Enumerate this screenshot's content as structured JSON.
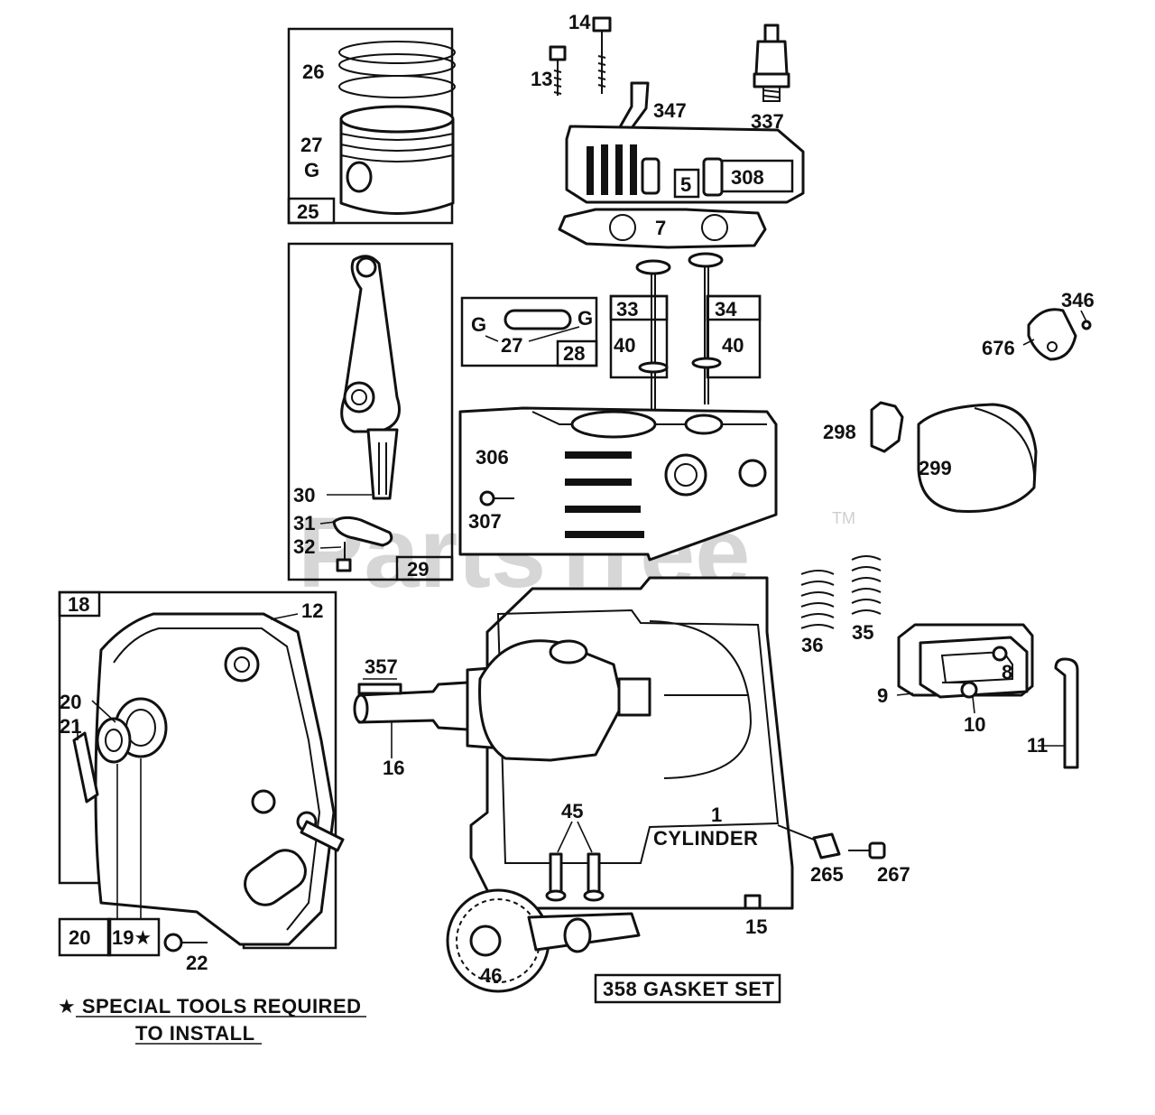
{
  "watermark": {
    "brand": "PartsTree",
    "trademark": "TM"
  },
  "labels": {
    "p1_num": "1",
    "p1_name": "CYLINDER",
    "p5": "5",
    "p7": "7",
    "p8": "8",
    "p9": "9",
    "p10": "10",
    "p11": "11",
    "p12": "12",
    "p13": "13",
    "p14": "14",
    "p15": "15",
    "p16": "16",
    "p18": "18",
    "p19": "19★",
    "p20_box": "20",
    "p20": "20",
    "p21": "21",
    "p22": "22",
    "p25": "25",
    "p26": "26",
    "p27_top": "27",
    "p27_ring": "G",
    "p27_mid": "27",
    "p28": "28",
    "p29": "29",
    "p30": "30",
    "p31": "31",
    "p32": "32",
    "p33": "33",
    "p34": "34",
    "p35": "35",
    "p36": "36",
    "p40_left": "40",
    "p40_right": "40",
    "p45": "45",
    "p46": "46",
    "p265": "265",
    "p267": "267",
    "p298": "298",
    "p299": "299",
    "p306": "306",
    "p307": "307",
    "p308": "308",
    "p337": "337",
    "p346": "346",
    "p347": "347",
    "p357": "357",
    "p676": "676"
  },
  "gasket_set": "358 GASKET SET",
  "note": {
    "line1": "★ SPECIAL TOOLS REQUIRED",
    "line2": "TO INSTALL"
  }
}
